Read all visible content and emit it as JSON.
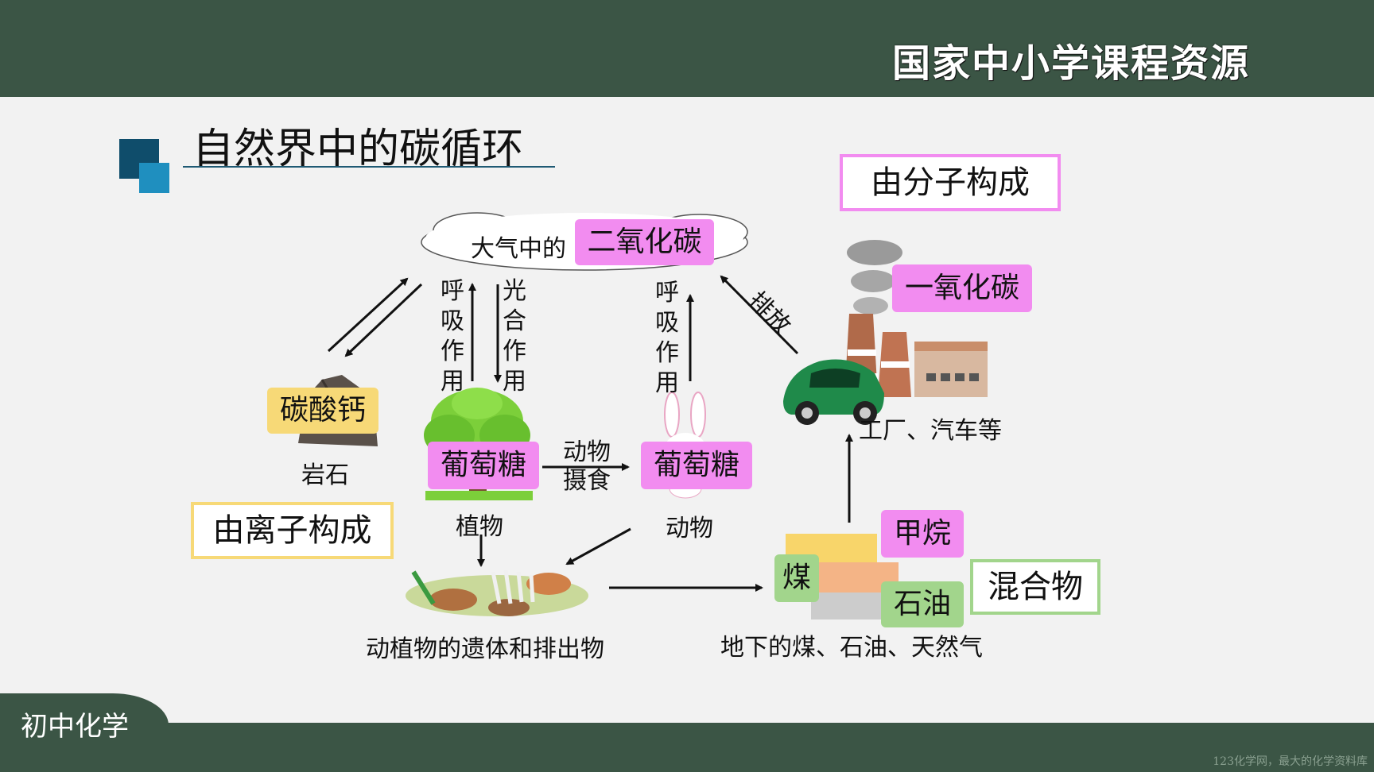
{
  "header": {
    "brand": "国家中小学课程资源"
  },
  "footer": {
    "subject": "初中化学",
    "watermark": "123化学网，最大的化学资料库"
  },
  "page_title": "自然界中的碳循环",
  "diagram": {
    "atmosphere_prefix": "大气中的",
    "co2": "二氧化碳",
    "calcium_carbonate": "碳酸钙",
    "rock": "岩石",
    "ionic_label": "由离子构成",
    "molecular_label": "由分子构成",
    "mixture_label": "混合物",
    "plant_respiration": [
      "呼",
      "吸",
      "作",
      "用"
    ],
    "photosynthesis": [
      "光",
      "合",
      "作",
      "用"
    ],
    "animal_respiration": [
      "呼",
      "吸",
      "作",
      "用"
    ],
    "emission": "排放",
    "co": "一氧化碳",
    "factory_car": "工厂、汽车等",
    "glucose_plant": "葡萄糖",
    "glucose_animal": "葡萄糖",
    "eating": [
      "动物",
      "摄食"
    ],
    "plant": "植物",
    "animal": "动物",
    "remains": "动植物的遗体和排出物",
    "methane": "甲烷",
    "coal": "煤",
    "petroleum": "石油",
    "fossil_fuels": "地下的煤、石油、天然气"
  },
  "colors": {
    "bar": "#3b5545",
    "pink_tag": "#f28cf0",
    "yellow_tag": "#f7d977",
    "green_tag": "#a2d58c"
  }
}
